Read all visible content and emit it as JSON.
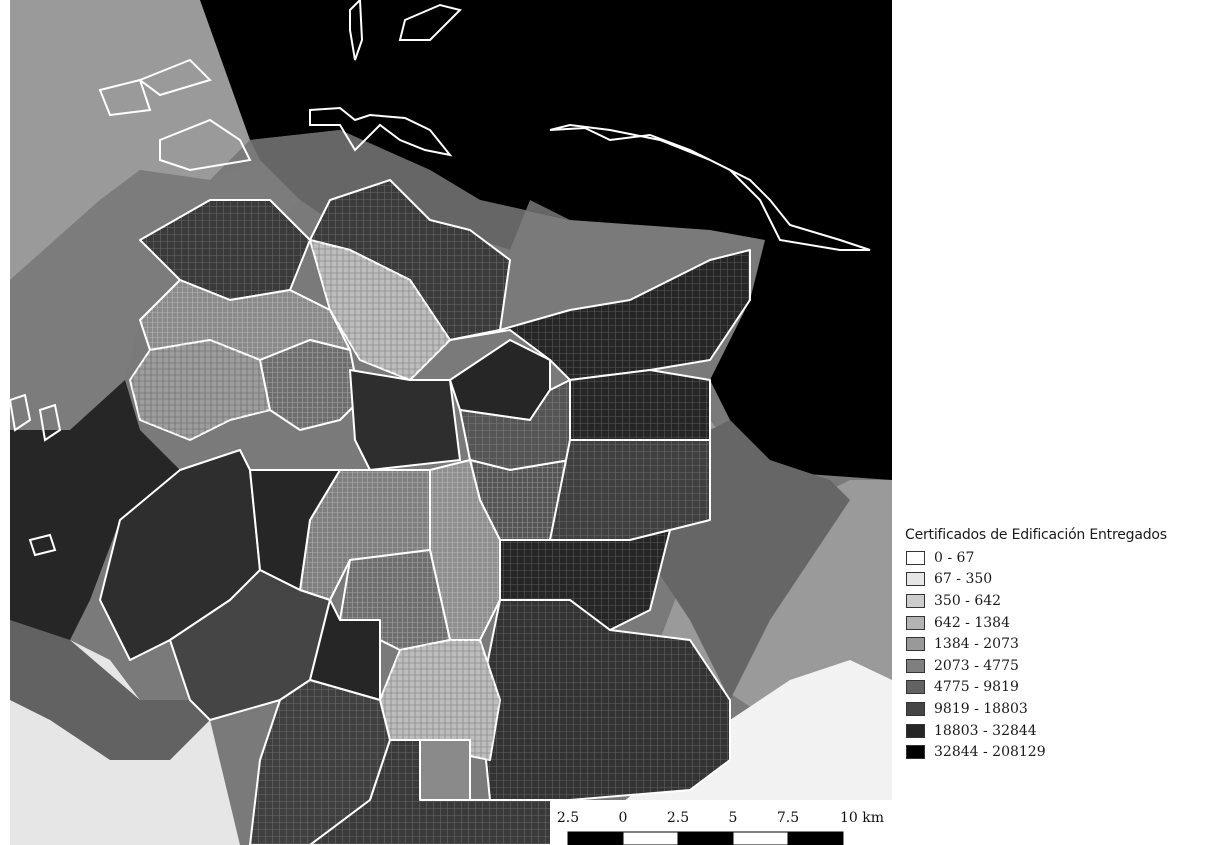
{
  "legend": {
    "title": "Certificados de Edificación Entregados",
    "items": [
      {
        "label": "0 - 67",
        "color": "#ffffff"
      },
      {
        "label": "67 - 350",
        "color": "#e6e6e6"
      },
      {
        "label": "350 - 642",
        "color": "#cdcdcd"
      },
      {
        "label": "642 - 1384",
        "color": "#b3b3b3"
      },
      {
        "label": "1384 - 2073",
        "color": "#999999"
      },
      {
        "label": "2073 - 4775",
        "color": "#7f7f7f"
      },
      {
        "label": "4775 - 9819",
        "color": "#626262"
      },
      {
        "label": "9819 - 18803",
        "color": "#454545"
      },
      {
        "label": "18803 - 32844",
        "color": "#262626"
      },
      {
        "label": "32844 - 208129",
        "color": "#000000"
      }
    ]
  },
  "scale_bar": {
    "labels": [
      "2.5",
      "0",
      "2.5",
      "5",
      "7.5",
      "10 km"
    ]
  },
  "map": {
    "region_fill_classes": [
      "#000000",
      "#262626",
      "#454545",
      "#626262",
      "#7f7f7f",
      "#999999",
      "#b3b3b3",
      "#cdcdcd",
      "#e6e6e6",
      "#ffffff"
    ]
  }
}
